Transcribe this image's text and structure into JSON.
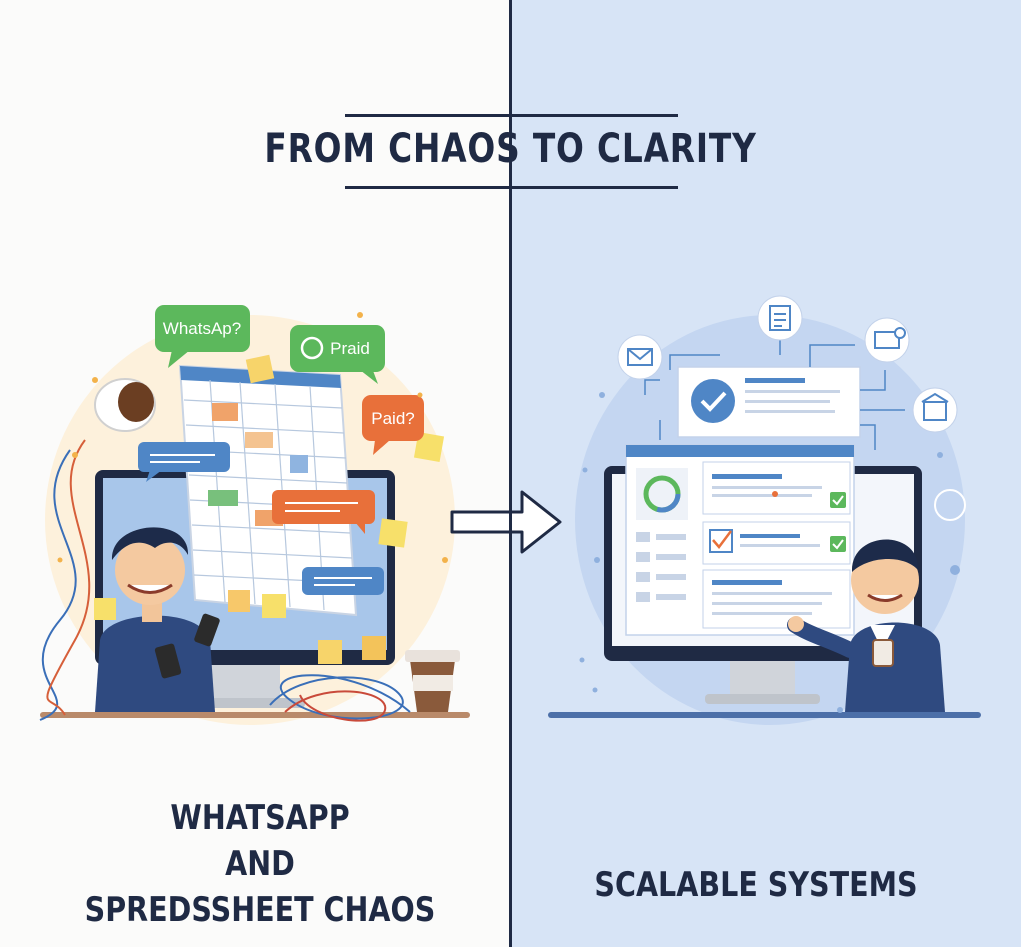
{
  "title": "FROM CHAOS TO CLARITY",
  "left": {
    "caption_lines": [
      "WHATSAPP",
      "AND",
      "SPREDSSHEET CHAOS"
    ],
    "bubbles": {
      "whatsapp": "WhatsAp?",
      "paid_logo": "Praid",
      "paid": "Paid?"
    }
  },
  "right": {
    "caption": "SCALABLE SYSTEMS"
  },
  "colors": {
    "navy": "#1f2a44",
    "green_bubble": "#5cb85c",
    "orange_bubble": "#e8703a",
    "blue_bubble": "#4f86c6",
    "right_bg": "#d7e4f6"
  }
}
